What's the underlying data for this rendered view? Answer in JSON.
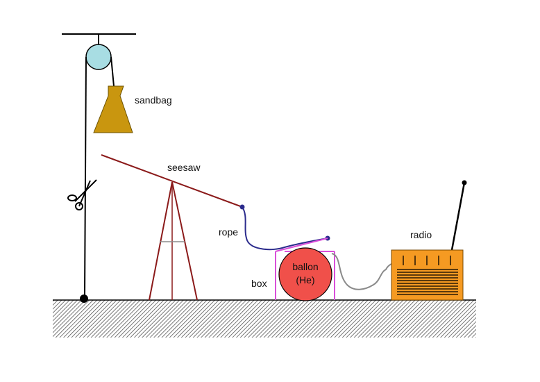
{
  "labels": {
    "sandbag": "sandbag",
    "seesaw": "seesaw",
    "rope": "rope",
    "box": "box",
    "balloon_line1": "ballon",
    "balloon_line2": "(He)",
    "radio": "radio"
  },
  "colors": {
    "ground_hatch": "#555555",
    "pulley": "#a8dde3",
    "sandbag": "#c9960f",
    "seesaw": "#8b1a1a",
    "rope": "#2b2b8c",
    "box": "#d94fd9",
    "balloon": "#f0504a",
    "radio": "#f59a22",
    "wire": "#8a8a8a"
  },
  "icons": {
    "scissors": "scissors-icon"
  }
}
